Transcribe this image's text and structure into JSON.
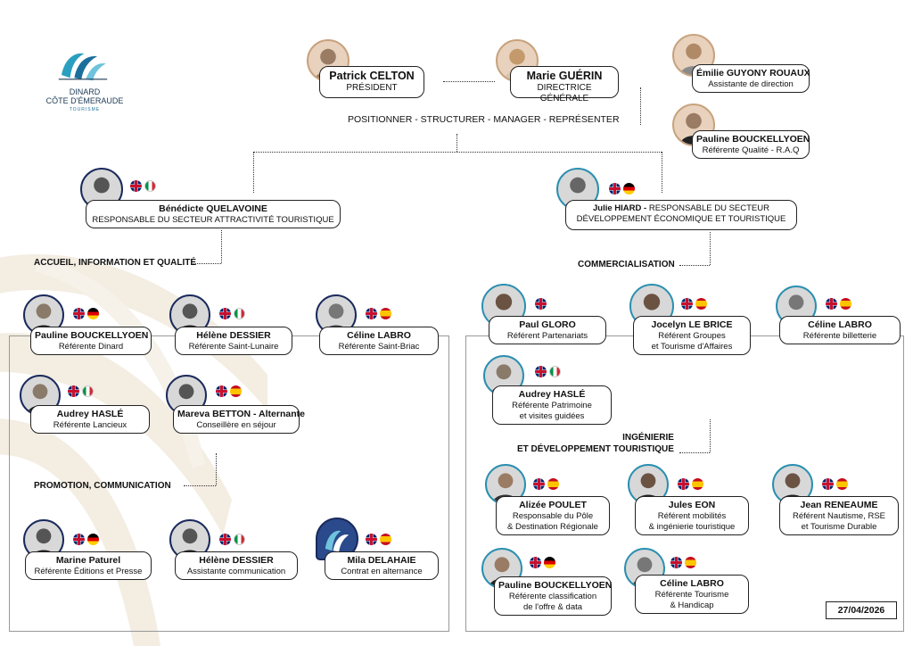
{
  "logo": {
    "line1": "DINARD",
    "line2": "CÔTE D'ÉMERAUDE",
    "line3": "TOURISME"
  },
  "tagline": "POSITIONNER - STRUCTURER - MANAGER - REPRÉSENTER",
  "date": "27/04/2026",
  "top": {
    "president": {
      "name": "Patrick CELTON",
      "role": "PRÉSIDENT"
    },
    "director": {
      "name": "Marie GUÉRIN",
      "role": "DIRECTRICE GÉNÉRALE"
    },
    "assistant": {
      "name": "Émilie GUYONY ROUAUX",
      "role": "Assistante de direction"
    },
    "quality": {
      "name": "Pauline BOUCKELLYOEN",
      "role": "Référente Qualité - R.A.Q"
    }
  },
  "left_head": {
    "name": "Bénédicte QUELAVOINE",
    "role": "RESPONSABLE DU SECTEUR ATTRACTIVITÉ TOURISTIQUE"
  },
  "right_head": {
    "name": "Julie HIARD -",
    "role_inline": "RESPONSABLE DU SECTEUR",
    "role2": "DÉVELOPPEMENT ÉCONOMIQUE ET TOURISTIQUE"
  },
  "sections": {
    "accueil": "ACCUEIL, INFORMATION ET QUALITÉ",
    "promotion": "PROMOTION, COMMUNICATION",
    "commercialisation": "COMMERCIALISATION",
    "ingenierie1": "INGÉNIERIE",
    "ingenierie2": "ET DÉVELOPPEMENT TOURISTIQUE"
  },
  "accueil": [
    {
      "name": "Pauline BOUCKELLYOEN",
      "role": "Référente Dinard"
    },
    {
      "name": "Hélène DESSIER",
      "role": "Référente Saint-Lunaire"
    },
    {
      "name": "Céline LABRO",
      "role": "Référente Saint-Briac"
    },
    {
      "name": "Audrey HASLÉ",
      "role": "Référente Lancieux"
    },
    {
      "name": "Mareva BETTON - Alternante",
      "role": "Conseillère en séjour"
    }
  ],
  "promotion": [
    {
      "name": "Marine Paturel",
      "role": "Référente Éditions et Presse"
    },
    {
      "name": "Hélène DESSIER",
      "role": "Assistante communication"
    },
    {
      "name": "Mila DELAHAIE",
      "role": "Contrat en alternance"
    }
  ],
  "commercial": [
    {
      "name": "Paul GLORO",
      "role": "Référent Partenariats"
    },
    {
      "name": "Jocelyn LE BRICE",
      "role": "Référent Groupes",
      "role2": "et Tourisme d'Affaires"
    },
    {
      "name": "Céline LABRO",
      "role": "Référente billetterie"
    },
    {
      "name": "Audrey HASLÉ",
      "role": "Référente Patrimoine",
      "role2": "et visites guidées"
    }
  ],
  "ingenierie": [
    {
      "name": "Alizée POULET",
      "role": "Responsable du Pôle",
      "role2": "& Destination Régionale"
    },
    {
      "name": "Jules EON",
      "role": "Référent mobilités",
      "role2": "& ingénierie touristique"
    },
    {
      "name": "Jean RENEAUME",
      "role": "Référent Nautisme, RSE",
      "role2": "et Tourisme Durable"
    },
    {
      "name": "Pauline BOUCKELLYOEN",
      "role": "Référente classification",
      "role2": "de l'offre & data"
    },
    {
      "name": "Céline LABRO",
      "role": "Référente Tourisme",
      "role2": "& Handicap"
    }
  ]
}
